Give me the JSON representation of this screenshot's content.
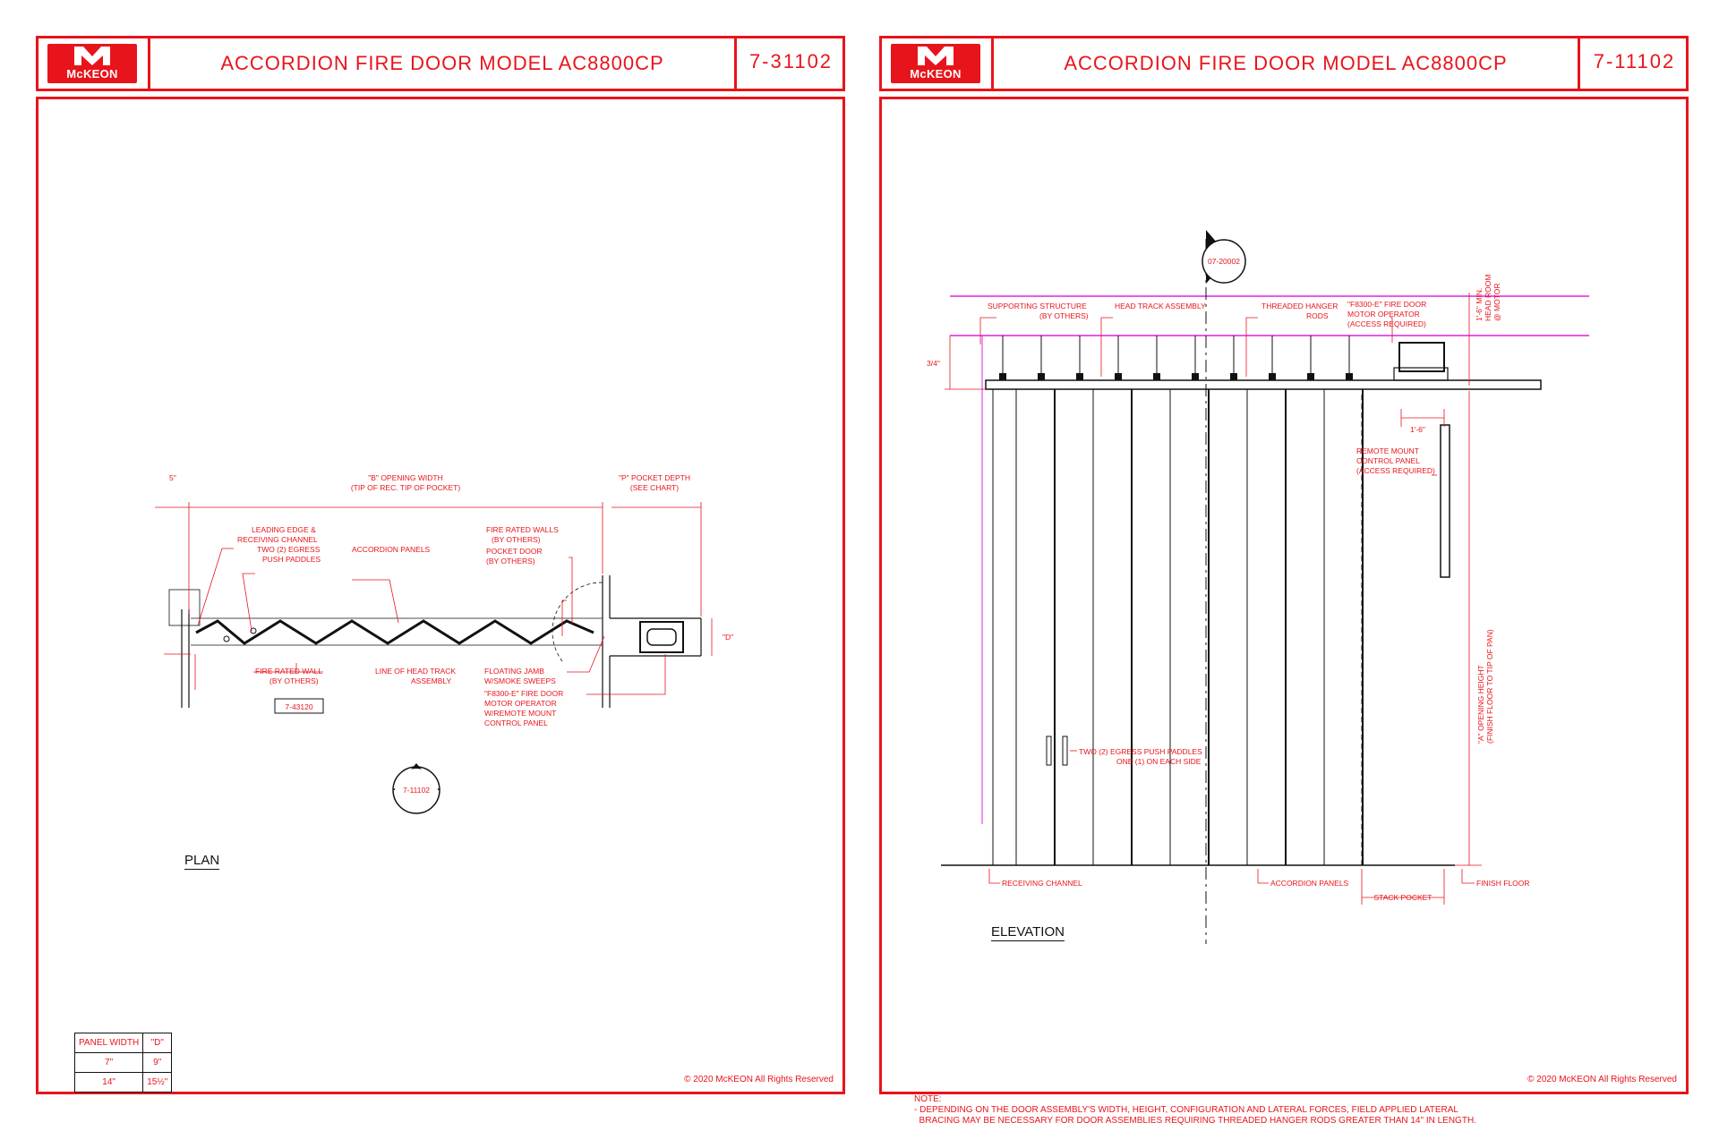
{
  "brand": "McKEON",
  "left_sheet": {
    "title": "ACCORDION FIRE DOOR MODEL AC8800CP",
    "number": "7-31102",
    "view_label": "PLAN",
    "copyright": "© 2020 McKEON All Rights Reserved",
    "section_callout": "7-11102",
    "detail_ref": "7-43120",
    "labels": {
      "opening_width": "\"B\" OPENING WIDTH",
      "opening_width_sub": "(TIP OF REC. TIP OF POCKET)",
      "pocket_depth": "\"P\" POCKET DEPTH",
      "pocket_depth_sub": "(SEE CHART)",
      "dim_5": "5\"",
      "dim_d": "\"D\"",
      "leading_edge": "LEADING EDGE &",
      "leading_edge_sub": "RECEIVING CHANNEL",
      "egress": "TWO (2) EGRESS",
      "egress_sub": "PUSH PADDLES",
      "accordion_panels": "ACCORDION PANELS",
      "fire_walls": "FIRE RATED WALLS",
      "fire_walls_sub": "(BY OTHERS)",
      "pocket_door": "POCKET DOOR",
      "pocket_door_sub": "(BY OTHERS)",
      "fire_wall": "FIRE RATED WALL",
      "fire_wall_sub": "(BY OTHERS)",
      "head_track": "LINE OF HEAD TRACK",
      "head_track_sub": "ASSEMBLY",
      "floating_jamb": "FLOATING JAMB",
      "floating_jamb_sub": "W/SMOKE SWEEPS",
      "motor_1": "\"F8300-E\" FIRE DOOR",
      "motor_2": "MOTOR OPERATOR",
      "motor_3": "W/REMOTE MOUNT",
      "motor_4": "CONTROL PANEL"
    },
    "chart": {
      "headers": [
        "PANEL WIDTH",
        "\"D\""
      ],
      "rows": [
        [
          "7\"",
          "9\""
        ],
        [
          "14\"",
          "15½\""
        ]
      ]
    }
  },
  "right_sheet": {
    "title": "ACCORDION FIRE DOOR MODEL AC8800CP",
    "number": "7-11102",
    "view_label": "ELEVATION",
    "copyright": "© 2020 McKEON All Rights Reserved",
    "section_callout": "07-20002",
    "labels": {
      "supporting": "SUPPORTING STRUCTURE",
      "supporting_sub": "(BY OTHERS)",
      "head_track": "HEAD TRACK ASSEMBLY",
      "hanger": "THREADED HANGER",
      "hanger_sub": "RODS",
      "motor_1": "\"F8300-E\" FIRE DOOR",
      "motor_2": "MOTOR OPERATOR",
      "motor_3": "(ACCESS REQUIRED)",
      "headroom_1": "1'-6\" MIN.",
      "headroom_2": "HEAD ROOM",
      "headroom_3": "@ MOTOR",
      "dim_34": "3/4\"",
      "dim_16": "1'-6\"",
      "remote_1": "REMOTE MOUNT",
      "remote_2": "CONTROL PANEL",
      "remote_3": "(ACCESS REQUIRED)",
      "height_1": "\"A\" OPENING HEIGHT",
      "height_2": "(FINISH FLOOR TO TIP OF PAN)",
      "paddles_1": "TWO (2) EGRESS PUSH PADDLES",
      "paddles_2": "ONE (1) ON EACH SIDE",
      "receiving": "RECEIVING CHANNEL",
      "panels": "ACCORDION PANELS",
      "finish_floor": "FINISH FLOOR",
      "stack_pocket": "STACK POCKET"
    },
    "note": "NOTE:\n- DEPENDING ON THE DOOR ASSEMBLY'S WIDTH, HEIGHT, CONFIGURATION AND LATERAL FORCES, FIELD APPLIED LATERAL\n  BRACING MAY BE NECESSARY FOR DOOR ASSEMBLIES REQUIRING THREADED HANGER RODS GREATER THAN 14\" IN LENGTH."
  },
  "colors": {
    "accent": "#e8141b",
    "magenta": "#e020e0",
    "line": "#111111"
  }
}
